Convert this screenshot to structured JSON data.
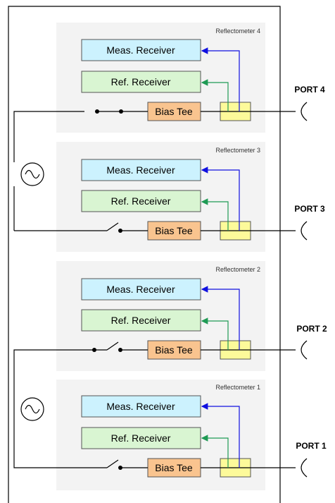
{
  "reflectometers": [
    {
      "title": "Reflectometer 4",
      "meas_label": "Meas. Receiver",
      "ref_label": "Ref. Receiver",
      "bias_label": "Bias Tee",
      "port_label": "PORT 4"
    },
    {
      "title": "Reflectometer 3",
      "meas_label": "Meas. Receiver",
      "ref_label": "Ref. Receiver",
      "bias_label": "Bias Tee",
      "port_label": "PORT 3"
    },
    {
      "title": "Reflectometer 2",
      "meas_label": "Meas. Receiver",
      "ref_label": "Ref. Receiver",
      "bias_label": "Bias Tee",
      "port_label": "PORT 2"
    },
    {
      "title": "Reflectometer 1",
      "meas_label": "Meas. Receiver",
      "ref_label": "Ref. Receiver",
      "bias_label": "Bias Tee",
      "port_label": "PORT 1"
    }
  ],
  "sources": [
    {
      "symbol": "~",
      "feeds": [
        "Reflectometer 4",
        "Reflectometer 3"
      ]
    },
    {
      "symbol": "~",
      "feeds": [
        "Reflectometer 2",
        "Reflectometer 1"
      ]
    }
  ],
  "switch_states": [
    "closed",
    "open",
    "open",
    "open"
  ],
  "colors": {
    "panel": "#f3f3f3",
    "meas_receiver": "#ccf2fe",
    "ref_receiver": "#d9f5d2",
    "bias_tee": "#f9c48f",
    "coupler": "#fdfa9a",
    "meas_path": "#1010e0",
    "ref_path": "#1f9a54",
    "wire": "#000000"
  }
}
